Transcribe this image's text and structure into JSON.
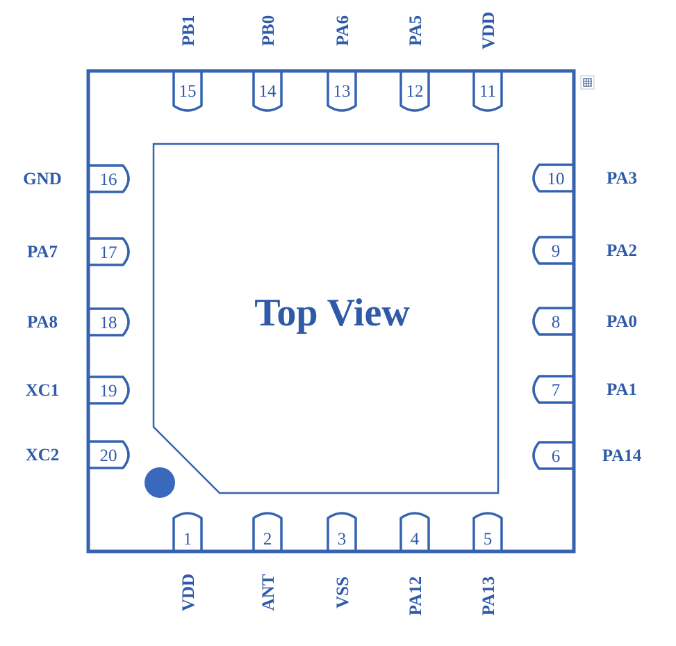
{
  "title": "Top View",
  "colors": {
    "outline": "#3563b0",
    "text": "#2e5aa8",
    "pin1_dot": "#3a68bd"
  },
  "icons": {
    "corner": "expand-frame-icon"
  },
  "pins": [
    {
      "num": "1",
      "label": "VDD",
      "side": "bottom"
    },
    {
      "num": "2",
      "label": "ANT",
      "side": "bottom"
    },
    {
      "num": "3",
      "label": "VSS",
      "side": "bottom"
    },
    {
      "num": "4",
      "label": "PA12",
      "side": "bottom"
    },
    {
      "num": "5",
      "label": "PA13",
      "side": "bottom"
    },
    {
      "num": "6",
      "label": "PA14",
      "side": "right"
    },
    {
      "num": "7",
      "label": "PA1",
      "side": "right"
    },
    {
      "num": "8",
      "label": "PA0",
      "side": "right"
    },
    {
      "num": "9",
      "label": "PA2",
      "side": "right"
    },
    {
      "num": "10",
      "label": "PA3",
      "side": "right"
    },
    {
      "num": "11",
      "label": "VDD",
      "side": "top"
    },
    {
      "num": "12",
      "label": "PA5",
      "side": "top"
    },
    {
      "num": "13",
      "label": "PA6",
      "side": "top"
    },
    {
      "num": "14",
      "label": "PB0",
      "side": "top"
    },
    {
      "num": "15",
      "label": "PB1",
      "side": "top"
    },
    {
      "num": "16",
      "label": "GND",
      "side": "left"
    },
    {
      "num": "17",
      "label": "PA7",
      "side": "left"
    },
    {
      "num": "18",
      "label": "PA8",
      "side": "left"
    },
    {
      "num": "19",
      "label": "XC1",
      "side": "left"
    },
    {
      "num": "20",
      "label": "XC2",
      "side": "left"
    }
  ]
}
